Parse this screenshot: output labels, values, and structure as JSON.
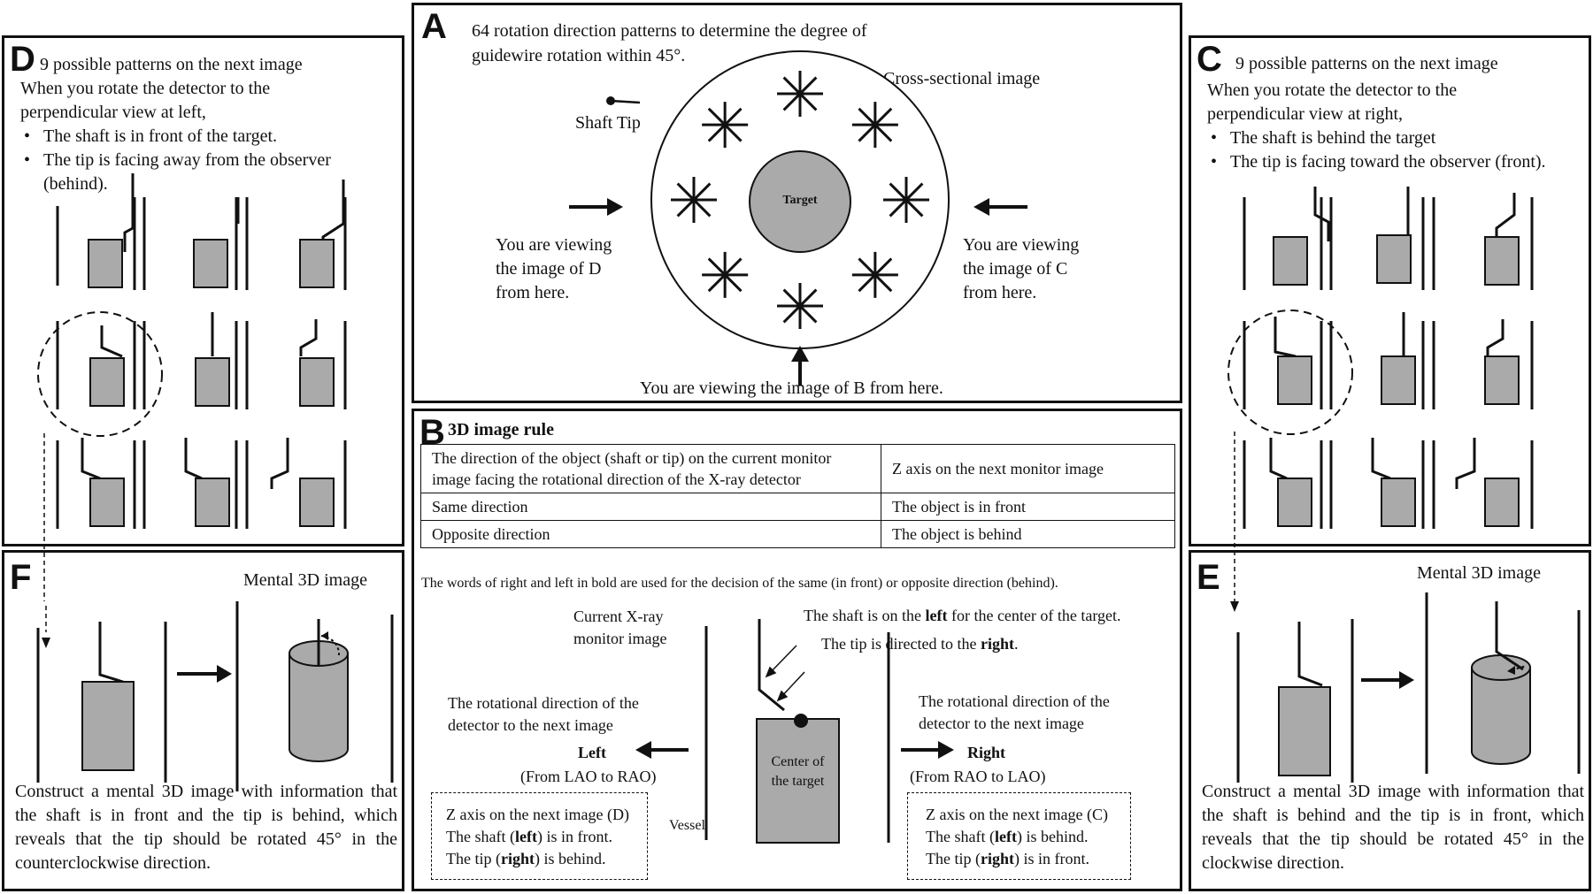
{
  "panels": {
    "A": {
      "letter": "A",
      "title_l1": "64 rotation direction patterns to determine the degree of",
      "title_l2": "guidewire rotation within 45°.",
      "cross_label": "Cross-sectional  image",
      "shaft_tip": "Shaft  Tip",
      "target": "Target",
      "view_d": [
        "You are viewing",
        "the image of D",
        "from here."
      ],
      "view_c": [
        "You are viewing",
        "the image of C",
        "from here."
      ],
      "view_b": "You are viewing the image of B from here."
    },
    "B": {
      "letter": "B",
      "title": "3D image rule",
      "table": {
        "header": [
          "The direction of the object (shaft or tip) on the current monitor image facing the rotational direction of the X-ray detector",
          "Z axis on the next monitor image"
        ],
        "rows": [
          [
            "Same direction",
            "The object is in front"
          ],
          [
            "Opposite direction",
            "The object is behind"
          ]
        ]
      },
      "note": "The words of right and left in bold are used for the decision of  the same (in front) or opposite direction (behind).",
      "current_l1": "Current X-ray",
      "current_l2": "monitor image",
      "shaft_pre": "The shaft is on the ",
      "shaft_bold": "left",
      "shaft_post": " for the center of the target.",
      "tip_pre": "The tip is directed to the ",
      "tip_bold": "right",
      "tip_post": ".",
      "rot_l1": "The rotational direction of the",
      "rot_l2": "detector to the next image",
      "left": "Left",
      "from_lao": "(From LAO to RAO)",
      "right": "Right",
      "from_rao": "(From RAO to LAO)",
      "center_l1": "Center of",
      "center_l2": "the target",
      "vessel": "Vessel",
      "box_d": {
        "l1": "Z axis on the next image (D)",
        "pre": "The shaft (",
        "bold1": "left",
        "s1": ") is in front.",
        "pre2": "The tip (",
        "bold2": "right",
        "s2": ") is behind."
      },
      "box_c": {
        "l1": "Z axis on the next image (C)",
        "pre": "The shaft (",
        "bold1": "left",
        "s1": ") is behind.",
        "pre2": "The tip (",
        "bold2": "right",
        "s2": ") is in front."
      }
    },
    "C": {
      "letter": "C",
      "title": "9 possible patterns on the next image",
      "intro_l1": "When you rotate the detector to the",
      "intro_l2": "perpendicular view at right,",
      "bullets": [
        "The shaft is behind the  target",
        "The tip is facing toward the observer (front)."
      ]
    },
    "D": {
      "letter": "D",
      "title": "9 possible patterns on the next image",
      "intro_l1": "When you rotate the detector to the",
      "intro_l2": "perpendicular view at left,",
      "bullets": [
        "The shaft is in front of the  target.",
        "The tip is facing away from the observer",
        "(behind)."
      ]
    },
    "E": {
      "letter": "E",
      "title": "Mental 3D image",
      "text": "Construct a mental 3D image with information that the shaft is behind and the tip is in front, which reveals that the tip should be rotated 45° in the clockwise direction."
    },
    "F": {
      "letter": "F",
      "title": "Mental 3D image",
      "text": "Construct a mental 3D image with information that the shaft is in front and the tip is behind, which reveals that the tip should be rotated 45° in the counterclockwise direction."
    }
  }
}
